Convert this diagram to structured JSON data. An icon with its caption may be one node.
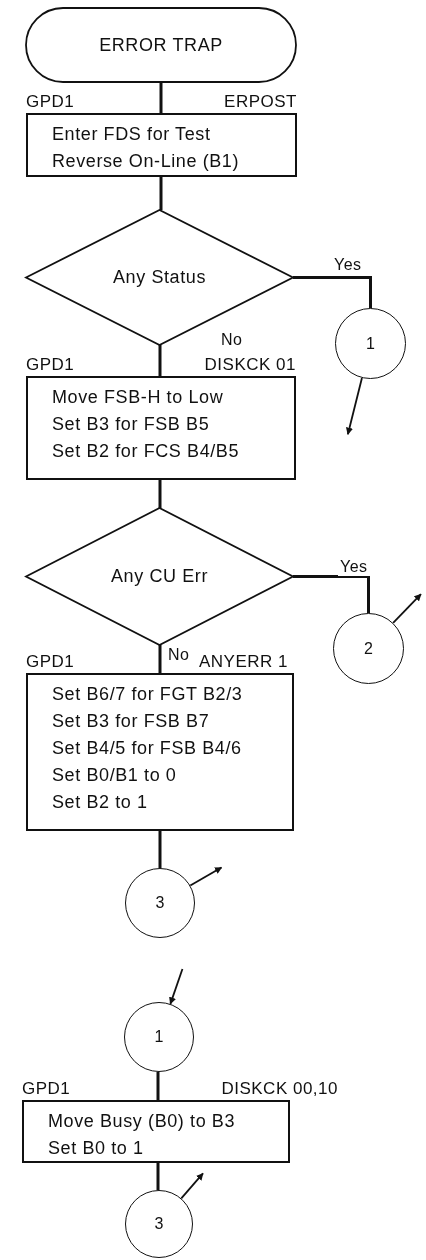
{
  "diagram": {
    "nodes": [
      {
        "text": [
          "ERROR TRAP"
        ]
      },
      {
        "text": [
          "Enter FDS for Test Reverse On-Line (B1)"
        ],
        "beside": [
          "GPD1",
          "ERPOST"
        ]
      },
      {
        "text": [
          "Any Status"
        ]
      },
      {
        "text": [
          "Move FSB-H to Low",
          "Set B3 for FSB B5",
          "Set B2 for FCS B4/B5"
        ],
        "beside": [
          "GPD1",
          "DISKCK 01"
        ]
      },
      {
        "text": [
          "Any CU Err"
        ]
      },
      {
        "text": [
          "Set B6/7 for FGT B2/3",
          "Set B3 for FSB B7",
          "Set B4/5 for FSB B4/6",
          "Set B0/B1 to 0",
          "Set B2 to 1"
        ],
        "beside": [
          "GPD1",
          "ANYERR 1"
        ]
      },
      {
        "text": [
          "1"
        ]
      },
      {
        "text": [
          "2"
        ]
      },
      {
        "text": [
          "3"
        ]
      },
      {
        "text": [
          "1"
        ]
      },
      {
        "text": [
          "Move Busy (B0) to B3",
          "Set B0 to 1"
        ],
        "beside": [
          "GPD1",
          "DISKCK 00,10"
        ]
      },
      {
        "text": [
          "3"
        ]
      }
    ],
    "edges": [
      {
        "from": 0,
        "to": 1,
        "arrow": "none"
      },
      {
        "from": 1,
        "to": 2,
        "arrow": "none"
      },
      {
        "from": 2,
        "to": 6,
        "arrow": "none",
        "label": "Yes"
      },
      {
        "from": 2,
        "to": 3,
        "arrow": "none",
        "label": "No"
      },
      {
        "from": 6,
        "to": null,
        "arrow": "to"
      },
      {
        "from": 3,
        "to": 4,
        "arrow": "none"
      },
      {
        "from": 4,
        "to": 7,
        "arrow": "none",
        "label": "Yes"
      },
      {
        "from": 4,
        "to": 5,
        "arrow": "none",
        "label": "No"
      },
      {
        "from": 7,
        "to": null,
        "arrow": "to"
      },
      {
        "from": 5,
        "to": 8,
        "arrow": "none"
      },
      {
        "from": 8,
        "to": null,
        "arrow": "to"
      },
      {
        "from": null,
        "to": 9,
        "arrow": "to"
      },
      {
        "from": 9,
        "to": 10,
        "arrow": "none"
      },
      {
        "from": 10,
        "to": 11,
        "arrow": "none"
      },
      {
        "from": 11,
        "to": null,
        "arrow": "to"
      }
    ]
  }
}
